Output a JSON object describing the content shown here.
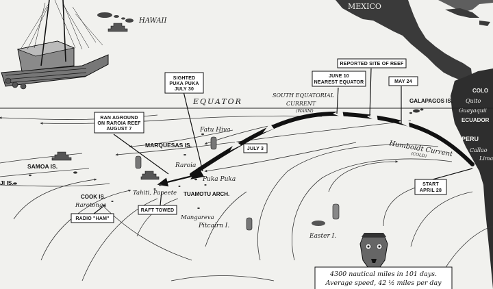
{
  "regions": {
    "mexico": "MEXICO",
    "hawaii": "HAWAII",
    "colombia": "COLO",
    "ecuador": "ECUADOR",
    "peru": "PERU"
  },
  "cities": {
    "quito": "Quito",
    "guayaquil": "Guayaquil",
    "callao": "Callao",
    "lima": "Lima"
  },
  "islands": {
    "galapagos": "GALAPAGOS IS.",
    "fatu_hiva": "Fatu Hiva",
    "marquesas": "MARQUESAS IS.",
    "raroia": "Raroia",
    "puka_puka": "Puka Puka",
    "tahiti": "Tahiti, Papeete",
    "tuamotu": "TUAMOTU ARCH.",
    "cook": "COOK IS.",
    "rarotonga": "Rarotonga",
    "samoa": "SAMOA IS.",
    "fiji_partial": "JI IS.",
    "mangareva": "Mangareva",
    "pitcairn": "Pitcairn I.",
    "easter": "Easter I."
  },
  "lines": {
    "equator": "EQUATOR"
  },
  "currents": {
    "south_equatorial_line1": "SOUTH EQUATORIAL",
    "south_equatorial_line2": "CURRENT",
    "south_equatorial_note": "(WARM)",
    "humboldt": "Humboldt Current",
    "humboldt_note": "(COLD)"
  },
  "callouts": {
    "sighted": [
      "SIGHTED",
      "PUKA PUKA",
      "JULY 30"
    ],
    "reported_reef": [
      "REPORTED SITE OF REEF"
    ],
    "june10": [
      "JUNE 10",
      "NEAREST EQUATOR"
    ],
    "may24": [
      "MAY 24"
    ],
    "ran_aground": [
      "RAN AGROUND",
      "ON RAROIA REEF",
      "AUGUST 7"
    ],
    "july3": [
      "JULY 3"
    ],
    "start": [
      "START",
      "APRIL 28"
    ],
    "raft_towed": [
      "RAFT TOWED"
    ],
    "radio_ham": [
      "RADIO \"HAM\""
    ]
  },
  "caption": {
    "line1": "4300 nautical miles in 101 days.",
    "line2": "Average speed, 42 ½ miles per day"
  },
  "icons": [
    "kon-tiki-raft-icon",
    "moai-statue-icon",
    "tiki-mask-icon",
    "step-pyramid-icon",
    "route-arrow-icon"
  ],
  "colors": {
    "ink": "#111111",
    "land": "#2b2b2b",
    "sea": "#f1f1ee",
    "box_bg": "#ffffff"
  }
}
